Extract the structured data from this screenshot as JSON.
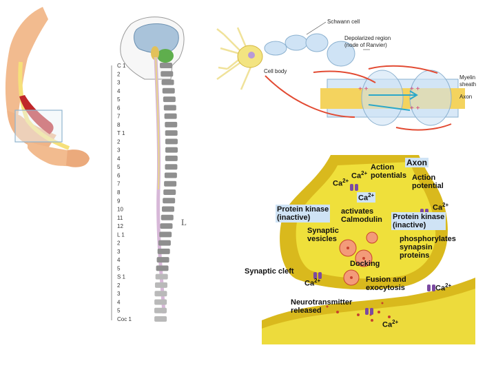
{
  "neuron": {
    "schwann_cell": "Schwann cell",
    "depolarized_region_1": "Depolarized region",
    "depolarized_region_2": "(node of Ranvier)",
    "cell_body": "Cell body",
    "myelin_sheath_1": "Myelin",
    "myelin_sheath_2": "sheath",
    "axon": "Axon"
  },
  "spine": {
    "cervical": [
      "C 1",
      "2",
      "3",
      "4",
      "5",
      "6",
      "7",
      "8"
    ],
    "thoracic": [
      "T 1",
      "2",
      "3",
      "4",
      "5",
      "6",
      "7",
      "8",
      "9",
      "10",
      "11",
      "12"
    ],
    "lumbar": [
      "L 1",
      "2",
      "3",
      "4",
      "5"
    ],
    "sacral": [
      "S 1",
      "2",
      "3",
      "4",
      "5"
    ],
    "coccygeal": "Coc 1",
    "side_letter": "L"
  },
  "synapse": {
    "axon": "Axon",
    "action_potentials_1": "Action",
    "action_potentials_2": "potentials",
    "action_potential_1": "Action",
    "action_potential_2": "potential",
    "ca_label": "Ca",
    "ca_charge": "2+",
    "protein_kinase_1": "Protein kinase",
    "protein_kinase_2": "(inactive)",
    "activates_1": "activates",
    "activates_2": "Calmodulin",
    "protein_kinase_b_1": "Protein kinase",
    "protein_kinase_b_2": "(inactive)",
    "synaptic_vesicles_1": "Synaptic",
    "synaptic_vesicles_2": "vesicles",
    "phosphorylates_1": "phosphorylates",
    "phosphorylates_2": "synapsin",
    "phosphorylates_3": "proteins",
    "docking": "Docking",
    "synaptic_cleft": "Synaptic cleft",
    "fusion_1": "Fusion and",
    "fusion_2": "exocytosis",
    "neurotransmitter_1": "Neurotransmitter",
    "neurotransmitter_2": "released"
  }
}
